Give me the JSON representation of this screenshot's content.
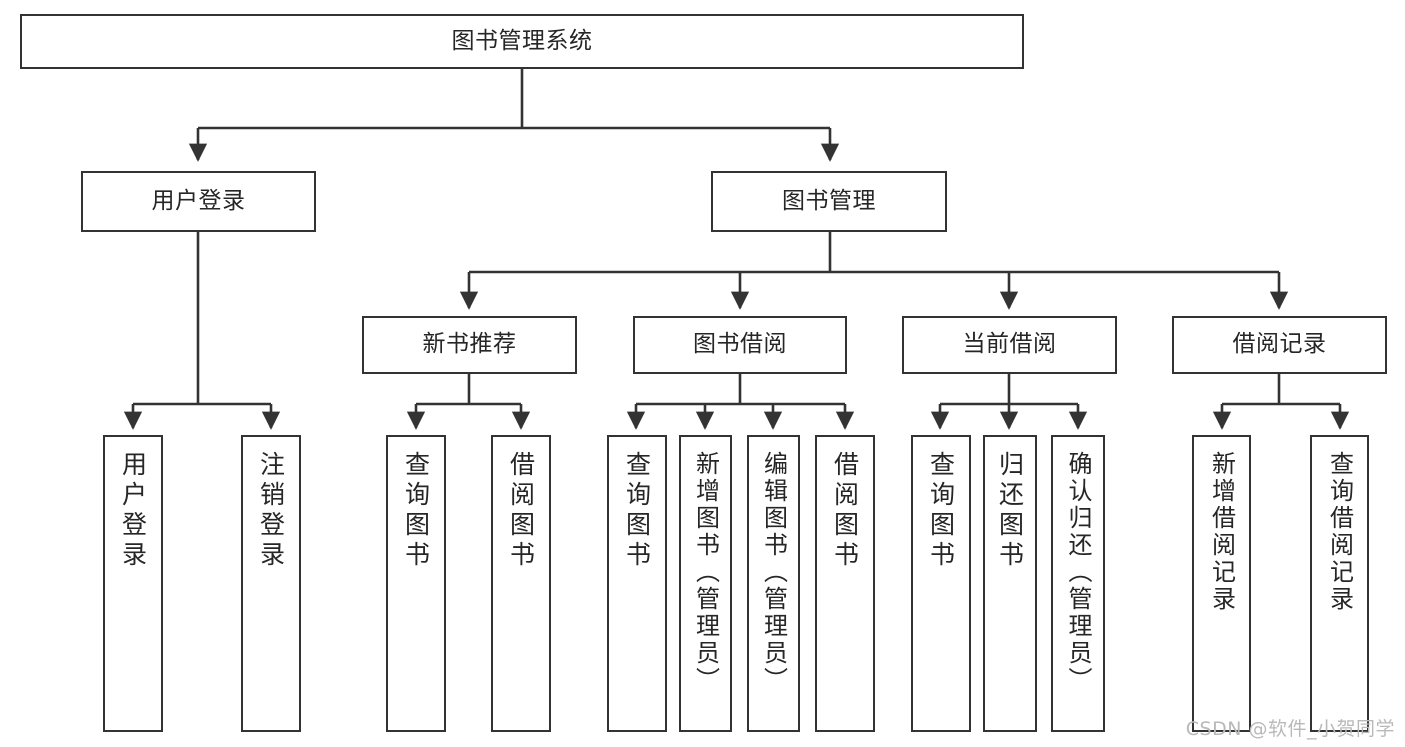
{
  "diagram": {
    "title": "图书管理系统",
    "type": "tree-hierarchy",
    "watermark": "CSDN @软件_小贺同学",
    "colors": {
      "box_border": "#333333",
      "box_fill": "#ffffff",
      "edge": "#333333",
      "text": "#262626",
      "watermark": "#b9b9b9",
      "background": "#ffffff"
    },
    "root": {
      "id": "root",
      "label": "图书管理系统"
    },
    "level1": [
      {
        "id": "user-login",
        "label": "用户登录"
      },
      {
        "id": "book-manage",
        "label": "图书管理"
      }
    ],
    "level2": [
      {
        "id": "new-book-rec",
        "label": "新书推荐"
      },
      {
        "id": "book-borrow",
        "label": "图书借阅"
      },
      {
        "id": "current-borrow",
        "label": "当前借阅"
      },
      {
        "id": "borrow-record",
        "label": "借阅记录"
      }
    ],
    "leaves": {
      "user-login": [
        {
          "id": "leaf-user-login",
          "label": "用户登录"
        },
        {
          "id": "leaf-logout",
          "label": "注销登录"
        }
      ],
      "new-book-rec": [
        {
          "id": "leaf-query-book-1",
          "label": "查询图书"
        },
        {
          "id": "leaf-borrow-book-1",
          "label": "借阅图书"
        }
      ],
      "book-borrow": [
        {
          "id": "leaf-query-book-2",
          "label": "查询图书"
        },
        {
          "id": "leaf-add-book",
          "label": "新增图书（管理员）"
        },
        {
          "id": "leaf-edit-book",
          "label": "编辑图书（管理员）"
        },
        {
          "id": "leaf-borrow-book-2",
          "label": "借阅图书"
        }
      ],
      "current-borrow": [
        {
          "id": "leaf-query-book-3",
          "label": "查询图书"
        },
        {
          "id": "leaf-return-book",
          "label": "归还图书"
        },
        {
          "id": "leaf-confirm-return",
          "label": "确认归还（管理员）"
        }
      ],
      "borrow-record": [
        {
          "id": "leaf-add-record",
          "label": "新增借阅记录"
        },
        {
          "id": "leaf-query-record",
          "label": "查询借阅记录"
        }
      ]
    }
  }
}
